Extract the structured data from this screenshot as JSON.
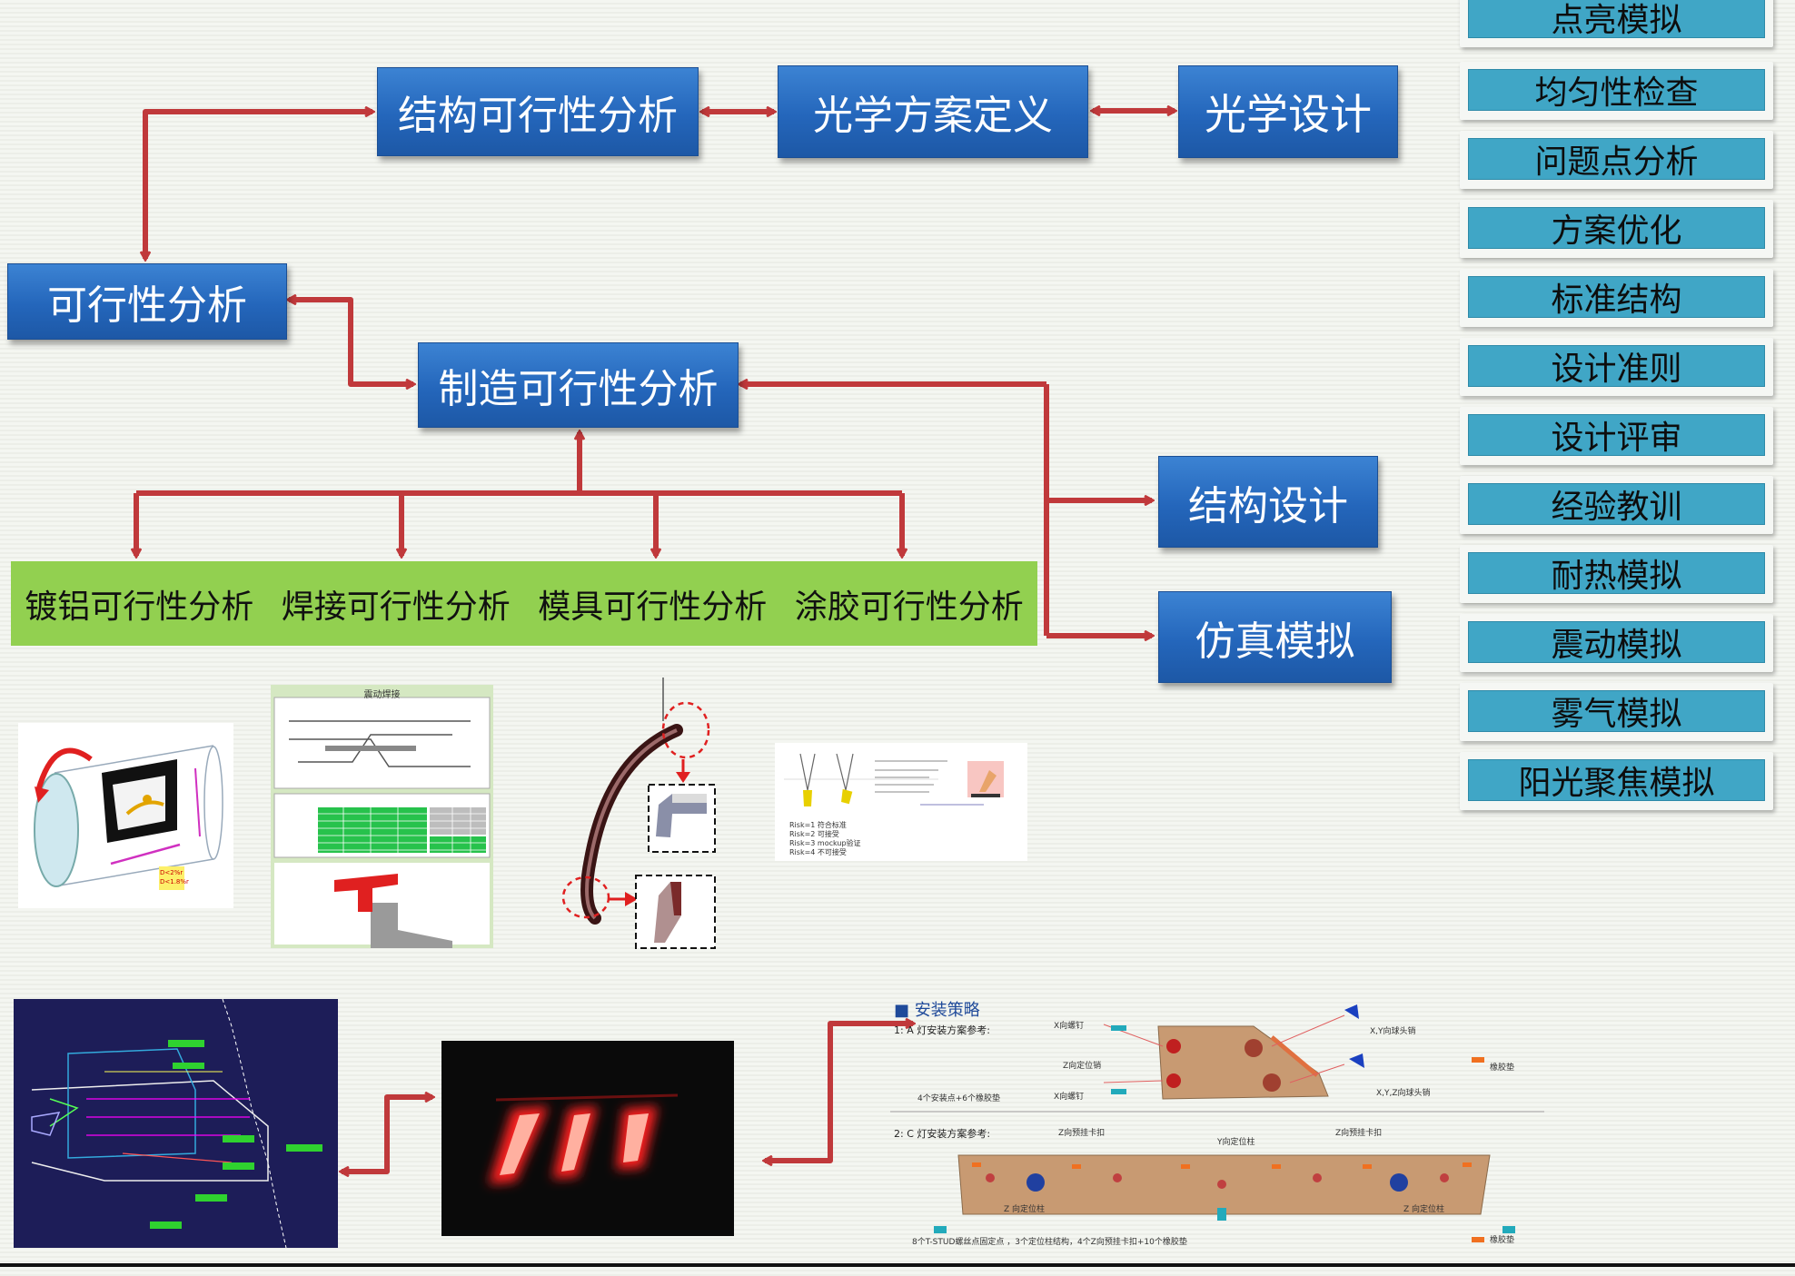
{
  "flow": {
    "top": [
      "结构可行性分析",
      "光学方案定义",
      "光学设计"
    ],
    "feasibility": "可行性分析",
    "manufacturing": "制造可行性分析",
    "sub_analyses": [
      "镀铝可行性分析",
      "焊接可行性分析",
      "模具可行性分析",
      "涂胶可行性分析"
    ],
    "structure_design": "结构设计",
    "simulation": "仿真模拟"
  },
  "sidebar": [
    "点亮模拟",
    "均匀性检查",
    "问题点分析",
    "方案优化",
    "标准结构",
    "设计准则",
    "设计评审",
    "经验教训",
    "耐热模拟",
    "震动模拟",
    "雾气模拟",
    "阳光聚焦模拟"
  ],
  "colors": {
    "box_blue": "#2466bb",
    "sub_green": "#92d050",
    "side_teal": "#40a6c6",
    "arrow_red": "#c0393b"
  },
  "figures": {
    "aluminize": {
      "d_label": "D<2%r\nD<1.8%r"
    },
    "welding": {
      "title": "震动焊接"
    },
    "mold": {},
    "glue": {
      "risk_lines": [
        "Risk=1 符合标准",
        "Risk=2 可接受",
        "Risk=3 mockup验证",
        "Risk=4 不可接受"
      ]
    },
    "install": {
      "heading": "安装策略",
      "a_title": "1: A 灯安装方案参考:",
      "a_labels": [
        "X向螺钉",
        "Z向定位销",
        "X向螺钉",
        "X,Y向球头销",
        "X,Y,Z向球头销",
        "橡胶垫"
      ],
      "a_note": "4个安装点+6个橡胶垫",
      "c_title": "2: C 灯安装方案参考:",
      "c_labels": [
        "Z向预挂卡扣",
        "Y向定位柱",
        "Z向预挂卡扣",
        "Z 向定位柱",
        "Z 向定位柱",
        "橡胶垫"
      ],
      "c_note": "8个T-STUD螺丝点固定点 ，3个定位柱结构，4个Z向预挂卡扣+10个橡胶垫"
    }
  }
}
